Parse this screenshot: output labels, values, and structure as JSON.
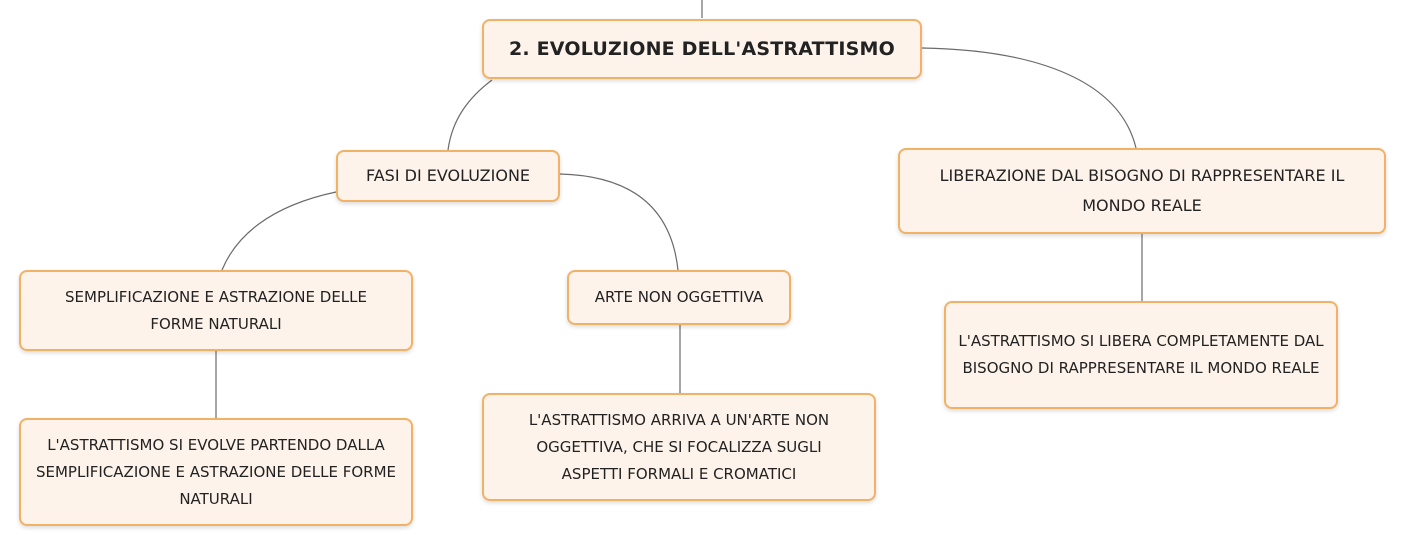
{
  "diagram": {
    "root": {
      "label": "2. EVOLUZIONE DELL'ASTRATTISMO"
    },
    "fasi": {
      "label": "FASI DI EVOLUZIONE"
    },
    "liberazione": {
      "label": "LIBERAZIONE DAL BISOGNO DI RAPPRESENTARE IL MONDO REALE"
    },
    "semplificazione": {
      "label": "SEMPLIFICAZIONE E ASTRAZIONE DELLE FORME NATURALI"
    },
    "arte_non_oggettiva": {
      "label": "ARTE NON OGGETTIVA"
    },
    "semplificazione_detail": {
      "label": "L'ASTRATTISMO SI EVOLVE PARTENDO DALLA SEMPLIFICAZIONE E ASTRAZIONE DELLE FORME NATURALI"
    },
    "arte_detail": {
      "label": "L'ASTRATTISMO ARRIVA A UN'ARTE NON OGGETTIVA, CHE SI FOCALIZZA SUGLI ASPETTI FORMALI E CROMATICI"
    },
    "liberazione_detail": {
      "label": "L'ASTRATTISMO SI LIBERA COMPLETAMENTE DAL BISOGNO DI RAPPRESENTARE IL MONDO REALE"
    }
  }
}
